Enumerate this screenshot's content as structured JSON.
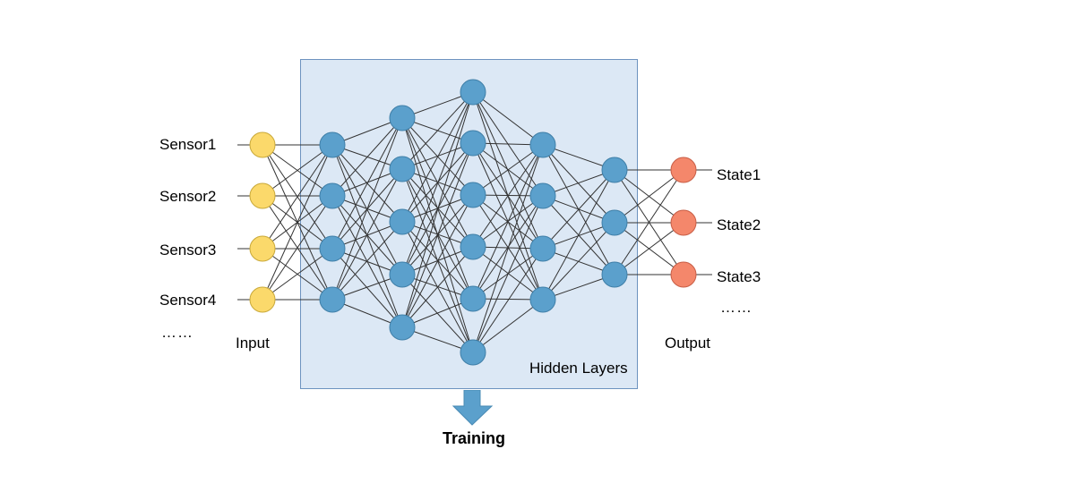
{
  "diagram": {
    "inputs": [
      "Sensor1",
      "Sensor2",
      "Sensor3",
      "Sensor4"
    ],
    "inputs_more": "……",
    "input_caption": "Input",
    "outputs": [
      "State1",
      "State2",
      "State3"
    ],
    "outputs_more": "……",
    "output_caption": "Output",
    "hidden_caption": "Hidden Layers",
    "training_label": "Training",
    "layers": [
      {
        "role": "input",
        "nodes": 4
      },
      {
        "role": "hidden",
        "nodes": 4
      },
      {
        "role": "hidden",
        "nodes": 5
      },
      {
        "role": "hidden",
        "nodes": 6
      },
      {
        "role": "hidden",
        "nodes": 4
      },
      {
        "role": "hidden",
        "nodes": 3
      },
      {
        "role": "output",
        "nodes": 3
      }
    ],
    "colors": {
      "input_node": "#fbd96b",
      "hidden_node": "#5ba0cc",
      "output_node": "#f4876b",
      "edge": "#333333",
      "hidden_box": "#dce8f5",
      "arrow": "#5ba0cc"
    }
  }
}
